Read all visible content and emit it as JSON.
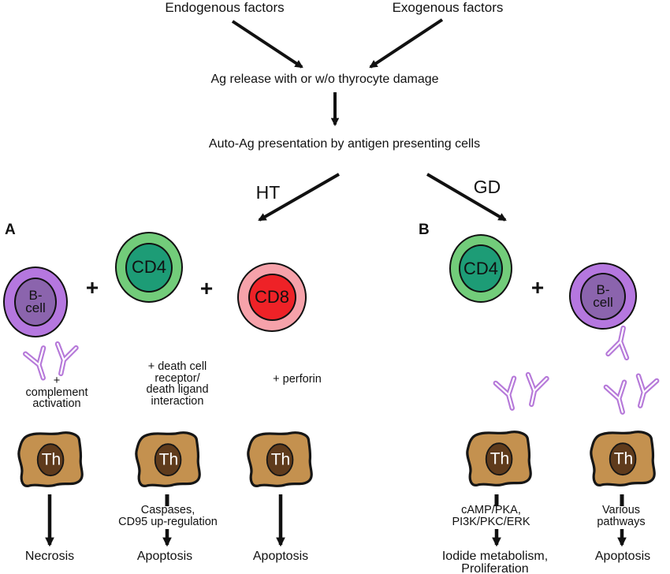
{
  "colors": {
    "b_cell_outer": "#b577df",
    "b_cell_inner": "#8b64ad",
    "cd4_outer": "#72cc7a",
    "cd4_inner": "#1d9c76",
    "cd8_outer": "#f6a2aa",
    "cd8_inner": "#ee2227",
    "th_body": "#c4914f",
    "th_nucleus": "#5f3b1c",
    "antibody": "#b679d9"
  },
  "flow": {
    "endogenous_factors": "Endogenous factors",
    "exogenous_factors": "Exogenous factors",
    "ag_release": "Ag release with or w/o thyrocyte damage",
    "auto_ag_presentation": "Auto-Ag presentation by antigen presenting cells",
    "ht_branch": "HT",
    "gd_branch": "GD"
  },
  "panel_a": {
    "label": "A",
    "b_cell_line1": "B-",
    "b_cell_line2": "cell",
    "cd4_label": "CD4",
    "cd8_label": "CD8",
    "plus_1": "+",
    "plus_2": "+",
    "complement_line1": "+",
    "complement_line2": "complement",
    "complement_line3": "activation",
    "death_receptor_line1": "+ death cell",
    "death_receptor_line2": "receptor/",
    "death_receptor_line3": "death ligand",
    "death_receptor_line4": "interaction",
    "perforin": "+ perforin",
    "th_label": "Th",
    "caspases_line1": "Caspases,",
    "caspases_line2": "CD95 up-regulation",
    "outcome_1": "Necrosis",
    "outcome_2": "Apoptosis",
    "outcome_3": "Apoptosis"
  },
  "panel_b": {
    "label": "B",
    "cd4_label": "CD4",
    "plus": "+",
    "b_cell_line1": "B-",
    "b_cell_line2": "cell",
    "th_label": "Th",
    "camp_line1": "cAMP/PKA,",
    "camp_line2": "PI3K/PKC/ERK",
    "various_line1": "Various",
    "various_line2": "pathways",
    "outcome_1_line1": "Iodide metabolism,",
    "outcome_1_line2": "Proliferation",
    "outcome_2": "Apoptosis"
  }
}
